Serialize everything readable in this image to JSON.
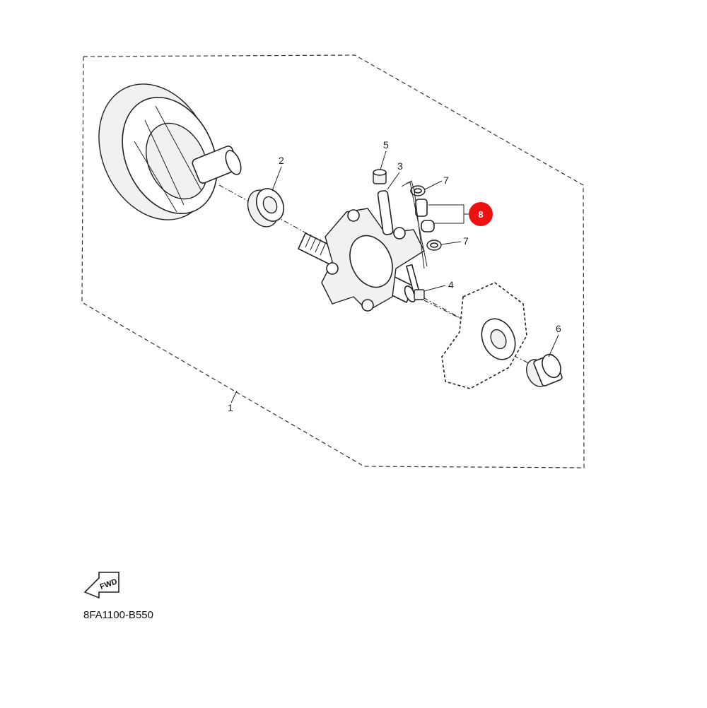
{
  "diagram": {
    "drawing_code": "8FA1100-B550",
    "fwd_label": "FWD",
    "callouts": {
      "c1": "1",
      "c2": "2",
      "c3": "3",
      "c4": "4",
      "c5": "5",
      "c6": "6",
      "c7a": "7",
      "c7b": "7",
      "c8": "8"
    },
    "highlight_color": "#ee1111",
    "line_color": "#222222"
  }
}
